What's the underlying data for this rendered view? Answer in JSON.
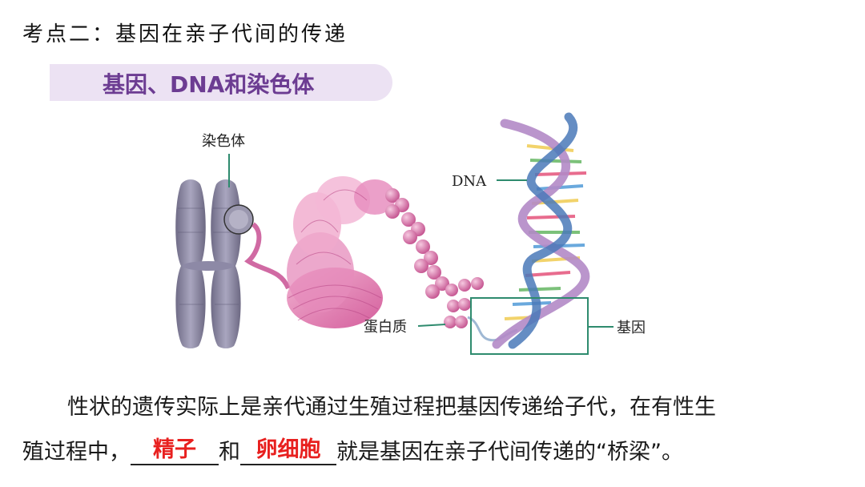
{
  "header": {
    "title": "考点二：基因在亲子代间的传递"
  },
  "section": {
    "banner": "基因、DNA和染色体"
  },
  "figure": {
    "labels": {
      "chromosome": "染色体",
      "dna": "DNA",
      "protein": "蛋白质",
      "gene": "基因"
    }
  },
  "text": {
    "line1": "性状的遗传实际上是亲代通过生殖过程把基因传递给子代，在有性生",
    "line2_start": "殖过程中，",
    "connector": "和",
    "line2_end": "就是基因在亲子代间传递的“桥梁”。",
    "answer1": "精子",
    "answer2": "卵细胞"
  },
  "colors": {
    "banner_bg": "#ece2f3",
    "banner_text": "#6c3c92",
    "answer": "#e8201f",
    "gene_box": "#2e8b6e"
  }
}
